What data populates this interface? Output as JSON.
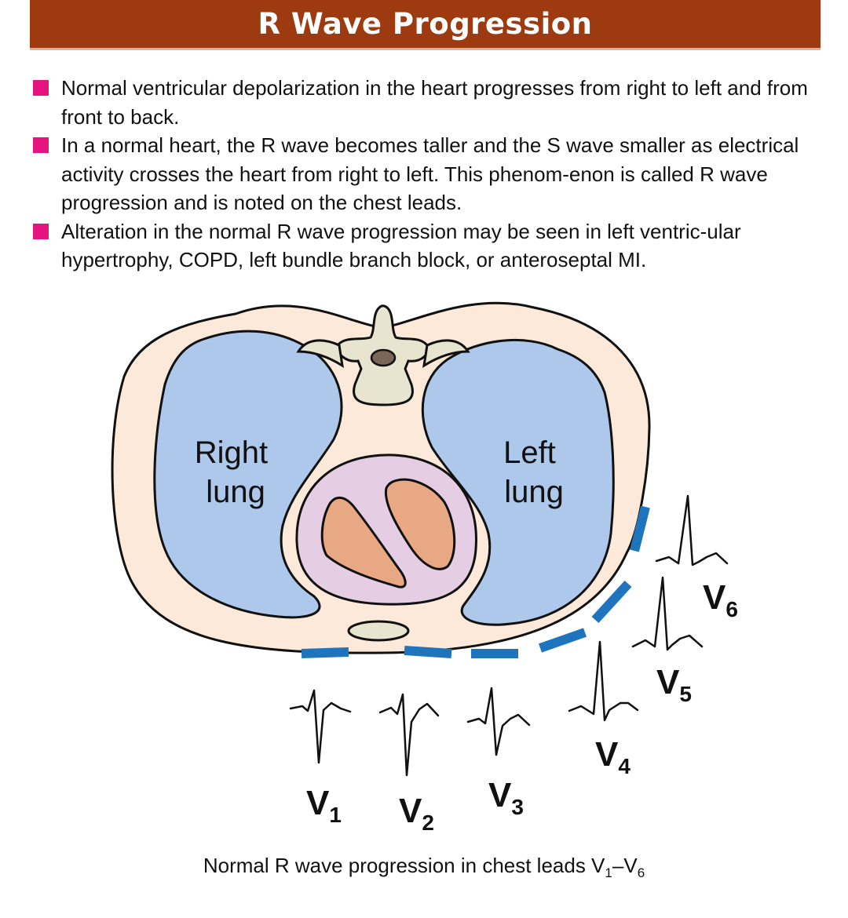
{
  "header": {
    "title": "R Wave Progression"
  },
  "bullets": [
    "Normal ventricular depolarization in the heart progresses from right to left and from front to back.",
    "In a normal heart, the R wave becomes taller and the S wave smaller as electrical activity crosses the heart from right to left. This phenom-enon is called R wave progression and is noted on the chest leads.",
    "Alteration in the normal R wave progression may be seen in left ventric-ular hypertrophy, COPD, left bundle branch block, or anteroseptal MI."
  ],
  "diagram": {
    "right_lung_label": [
      "Right",
      "lung"
    ],
    "left_lung_label": [
      "Left",
      "lung"
    ],
    "leads": [
      {
        "letter": "V",
        "sub": "1"
      },
      {
        "letter": "V",
        "sub": "2"
      },
      {
        "letter": "V",
        "sub": "3"
      },
      {
        "letter": "V",
        "sub": "4"
      },
      {
        "letter": "V",
        "sub": "5"
      },
      {
        "letter": "V",
        "sub": "6"
      }
    ]
  },
  "caption": {
    "text": "Normal R wave progression in chest leads V",
    "sub_start": "1",
    "dash": "–",
    "letter_end": "V",
    "sub_end": "6"
  },
  "colors": {
    "banner": "#9d3a10",
    "bullet_marker": "#e6147f",
    "torso_fill": "#fde9d9",
    "lung_fill": "#adc8ea",
    "pericardium_fill": "#e5cde3",
    "heart_chamber_fill": "#e9a884",
    "spine_fill": "#e7e5cf",
    "electrode": "#1f75bd"
  }
}
